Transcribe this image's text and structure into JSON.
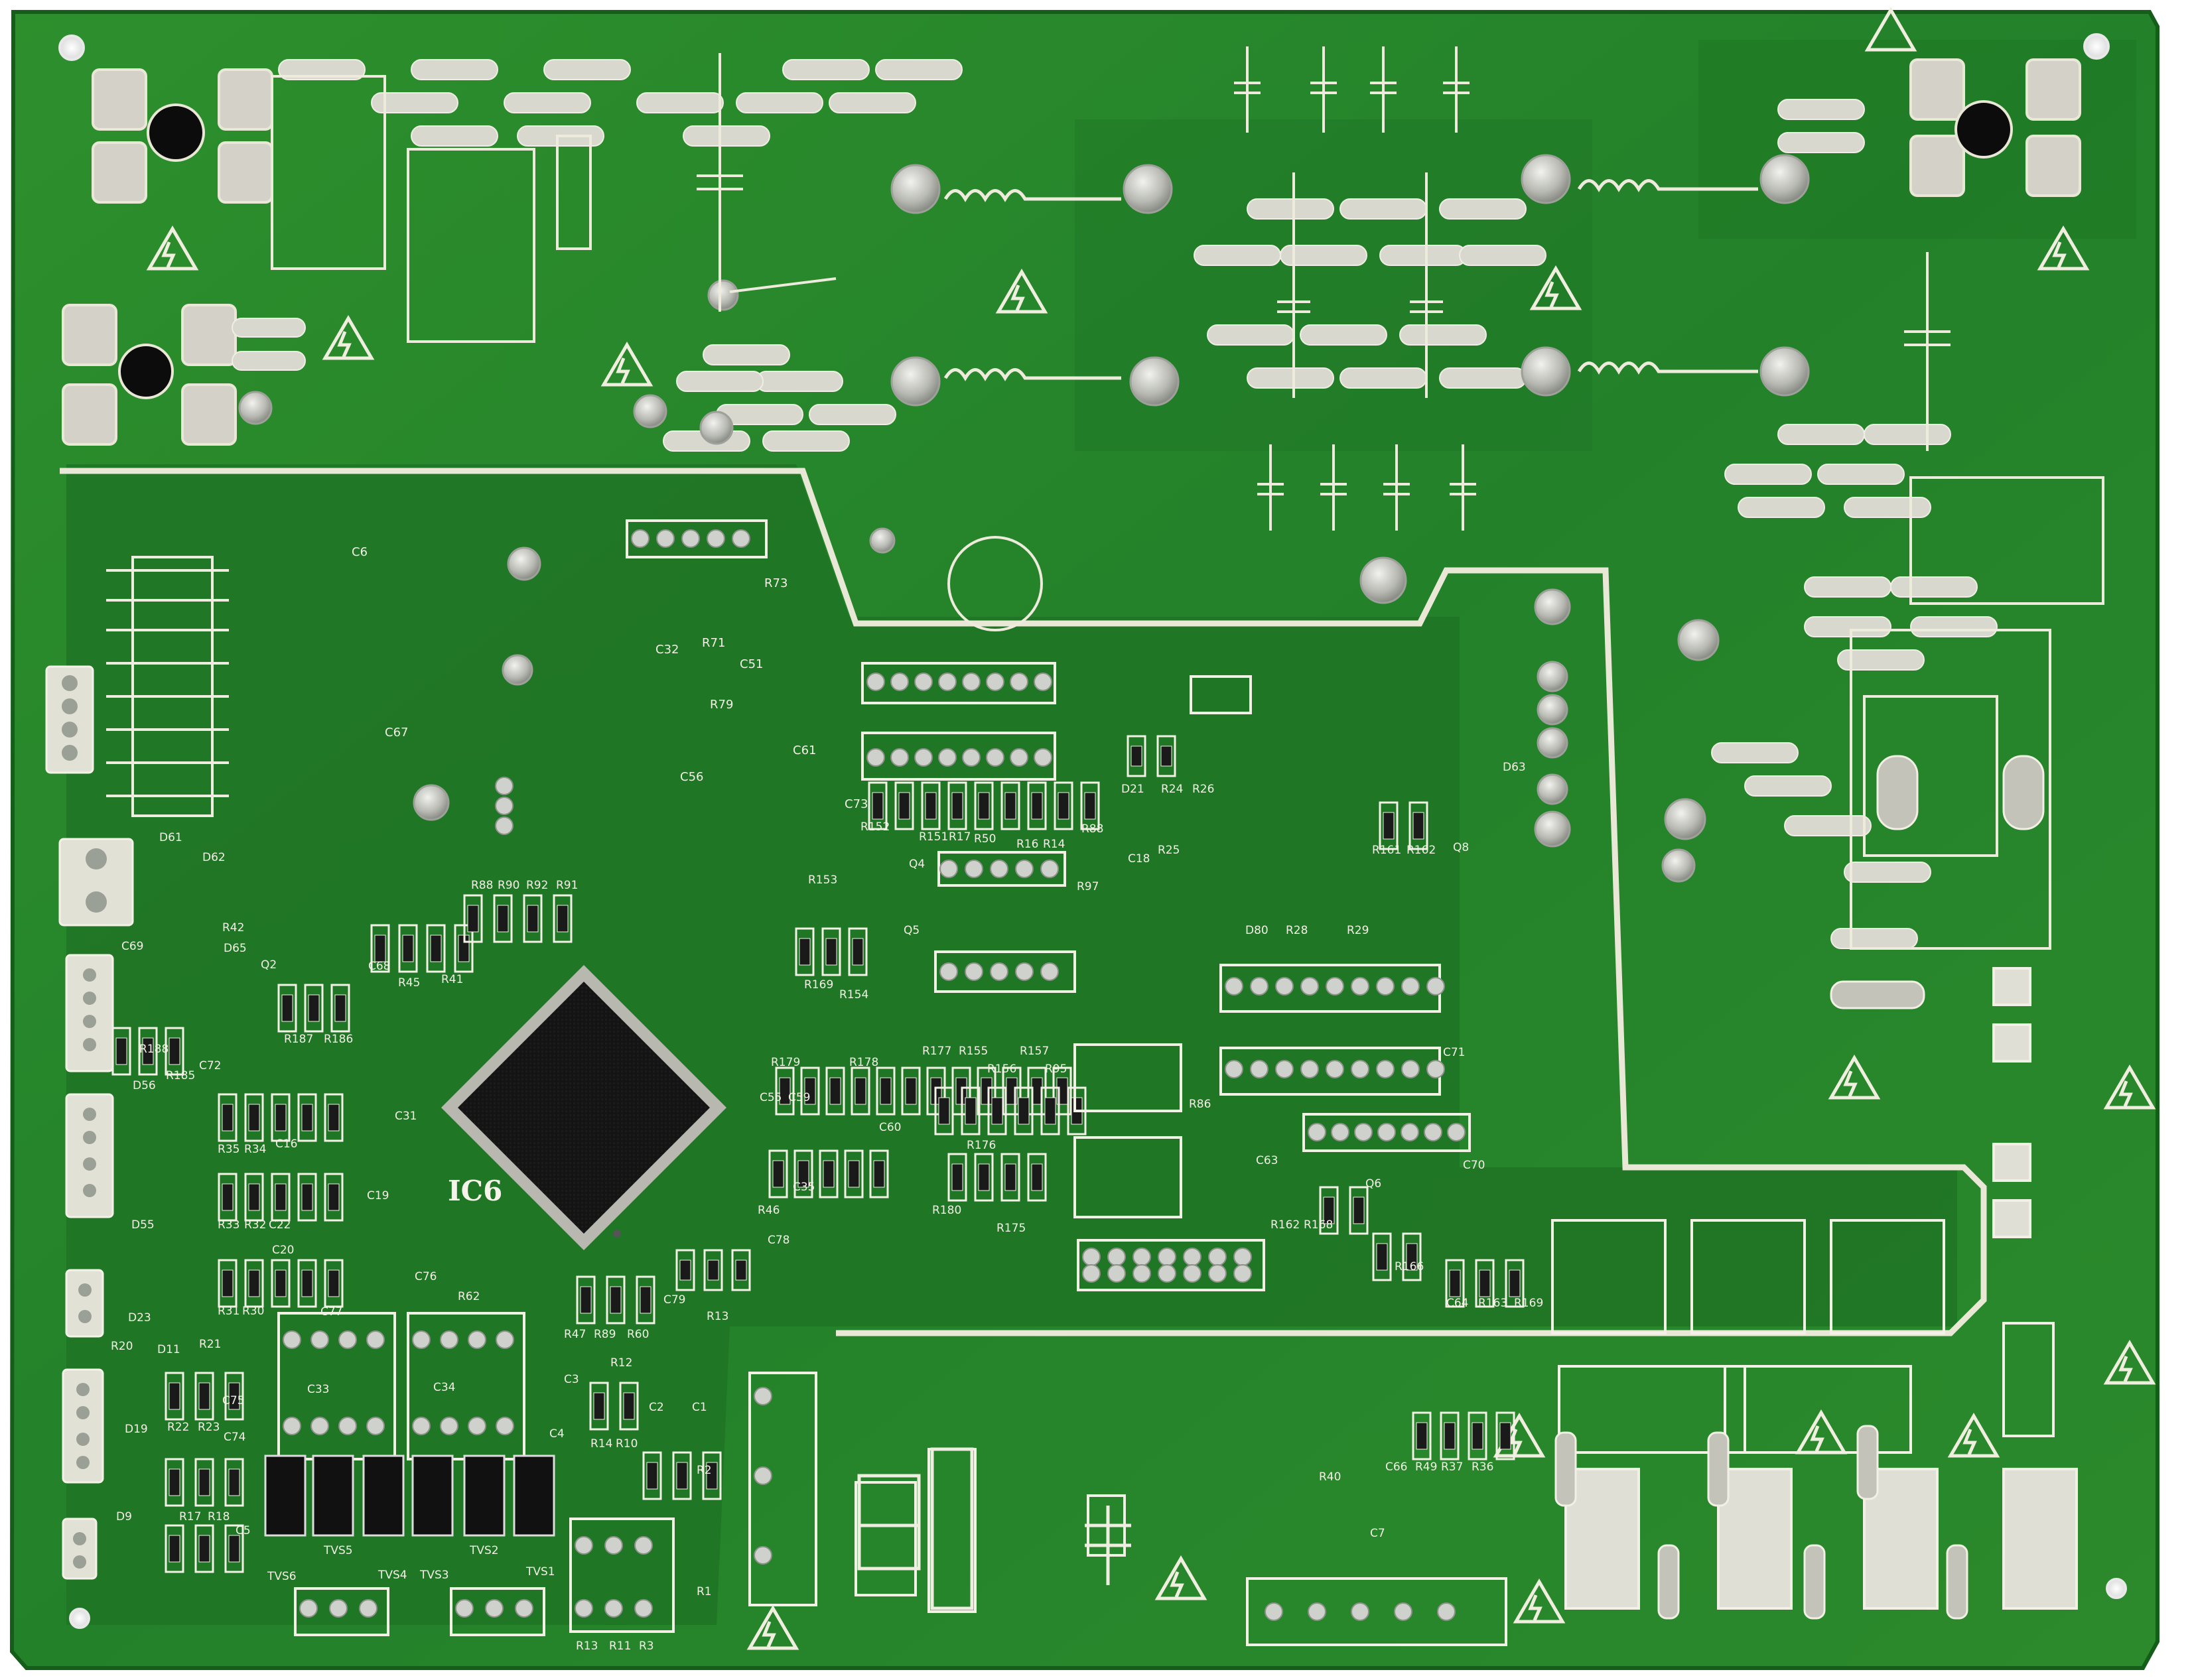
{
  "image": {
    "subject": "green-pcb",
    "colors": {
      "background": "#ffffff",
      "board_dark": "#1c6e1f",
      "board_mid": "#2a8a2a",
      "board_light": "#4fa83c",
      "silkscreen": "#f3f1e6",
      "pad_metal": "#c9cbc6",
      "ic_body": "#121212"
    }
  },
  "labels": {
    "ic6": "IC6",
    "c6": "C6",
    "c67": "C67",
    "c32": "C32",
    "r71": "R71",
    "c51": "C51",
    "r73": "R73",
    "r79": "R79",
    "c56": "C56",
    "c61": "C61",
    "c73": "C73",
    "r152": "R152",
    "r151": "R151",
    "r17": "R17",
    "r50": "R50",
    "r16": "R16",
    "r14": "R14",
    "r88": "R88",
    "d21": "D21",
    "r24": "R24",
    "r26": "R26",
    "c18": "C18",
    "r25": "R25",
    "r161": "R161",
    "r162": "R162",
    "q8": "Q8",
    "d63": "D63",
    "d80": "D80",
    "r28": "R28",
    "r29": "R29",
    "d61": "D61",
    "d62": "D62",
    "r42": "R42",
    "r88b": "R88",
    "r90": "R90",
    "r92": "R92",
    "r91": "R91",
    "r153": "R153",
    "q4": "Q4",
    "q5": "Q5",
    "r169": "R169",
    "r154": "R154",
    "r97": "R97",
    "c69": "C69",
    "d65": "D65",
    "q2": "Q2",
    "r188": "R188",
    "r187": "R187",
    "r186": "R186",
    "r185": "R185",
    "c72": "C72",
    "c68": "C68",
    "r45": "R45",
    "r41": "R41",
    "d56": "D56",
    "r35": "R35",
    "r34": "R34",
    "c16": "C16",
    "c31": "C31",
    "d55": "D55",
    "r33": "R33",
    "r32": "R32",
    "c22": "C22",
    "c19": "C19",
    "d23": "D23",
    "r31": "R31",
    "r30": "R30",
    "c20": "C20",
    "r179": "R179",
    "r178": "R178",
    "r177": "R177",
    "r155": "R155",
    "r157": "R157",
    "r156": "R156",
    "r95": "R95",
    "c55": "C55",
    "c59": "C59",
    "c60": "C60",
    "c35": "C35",
    "r46": "R46",
    "r176": "R176",
    "r180": "R180",
    "r175": "R175",
    "r86": "R86",
    "c71": "C71",
    "c70": "C70",
    "c63": "C63",
    "r162b": "R162",
    "r168": "R168",
    "q6": "Q6",
    "r166": "R166",
    "c64": "C64",
    "r163": "R163",
    "r169b": "R169",
    "c76": "C76",
    "r62": "R62",
    "c79": "C79",
    "r13": "R13",
    "c78": "C78",
    "r47": "R47",
    "r89": "R89",
    "r60": "R60",
    "c77": "C77",
    "c33": "C33",
    "c34": "C34",
    "r20": "R20",
    "d11": "D11",
    "r21": "R21",
    "c75": "C75",
    "d19": "D19",
    "r22": "R22",
    "r23": "R23",
    "c74": "C74",
    "d9": "D9",
    "r17b": "R17",
    "r18": "R18",
    "c5": "C5",
    "tvs5": "TVS5",
    "tvs2": "TVS2",
    "tvs6": "TVS6",
    "tvs4": "TVS4",
    "tvs3": "TVS3",
    "tvs1": "TVS1",
    "c3": "C3",
    "r12": "R12",
    "c2": "C2",
    "c1": "C1",
    "c4": "C4",
    "r14b": "R14",
    "r10": "R10",
    "r2": "R2",
    "r1": "R1",
    "r13b": "R13",
    "r11": "R11",
    "r3": "R3",
    "r40": "R40",
    "c7": "C7",
    "c66": "C66",
    "r49": "R49",
    "r37": "R37",
    "r36": "R36"
  }
}
